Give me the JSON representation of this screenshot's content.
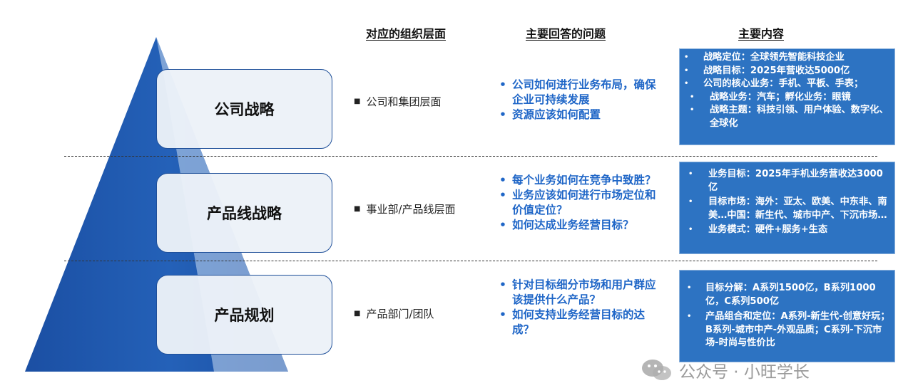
{
  "headers": {
    "org": "对应的组织层面",
    "questions": "主要回答的问题",
    "contents": "主要内容"
  },
  "levels": [
    {
      "name": "公司战略",
      "org": "公司和集团层面",
      "questions": [
        "公司如何进行业务布局，确保企业可持续发展",
        "资源应该如何配置"
      ],
      "contents": [
        "战略定位：全球领先智能科技企业",
        "战略目标：2025年营收达5000亿",
        "公司的核心业务：手机、平板、手表；",
        "战略业务：汽车；孵化业务：眼镜",
        "战略主题：科技引领、用户体验、数字化、全球化"
      ]
    },
    {
      "name": "产品线战略",
      "org": "事业部/产品线层面",
      "questions": [
        "每个业务如何在竞争中致胜？",
        "业务应该如何进行市场定位和价值定位？",
        "如何达成业务经营目标？"
      ],
      "contents": [
        "业务目标：2025年手机业务营收达3000亿",
        "目标市场：海外：亚太、欧美、中东非、南美…中国：新生代、城市中产、下沉市场…",
        "业务模式：硬件+服务+生态"
      ]
    },
    {
      "name": "产品规划",
      "org": "产品部门/团队",
      "questions": [
        "针对目标细分市场和用户群应该提供什么产品？",
        "如何支持业务经营目标的达成？"
      ],
      "contents": [
        "目标分解：A系列1500亿，B系列1000亿，C系列500亿",
        "产品组合和定位：A系列-新生代-创意好玩；B系列-城市中产-外观品质；C系列-下沉市场-时尚与性价比"
      ]
    }
  ],
  "watermark": {
    "text": "公众号 · 小旺学长",
    "icon": "wechat-icon"
  },
  "colors": {
    "pyramid_dark": "#1b4fa3",
    "pyramid_light": "#c3d6ef",
    "question_text": "#1f66c7",
    "content_box": "#2d73c2"
  }
}
